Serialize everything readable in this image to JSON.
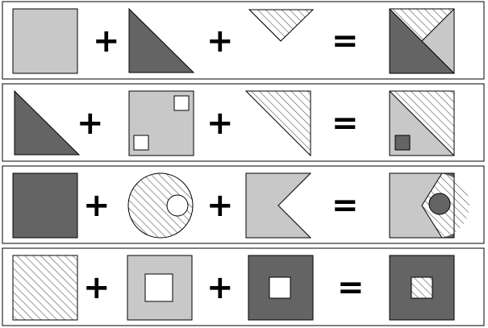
{
  "colors": {
    "light_gray": "#c8c8c8",
    "dark_gray": "#646464",
    "white": "#ffffff",
    "outline": "#000000",
    "hatch": "#555555"
  },
  "operators": {
    "plus": "+",
    "equals": "="
  },
  "rows": [
    {
      "terms": [
        "light-gray-square",
        "dark-gray-triangle-bottom-left",
        "hatched-triangle-pointing-down"
      ],
      "result": "square-split-dark-light-hatched"
    },
    {
      "terms": [
        "dark-gray-triangle-bottom-left",
        "light-gray-square-with-two-white-squares",
        "hatched-triangle-top-right"
      ],
      "result": "square-light-hatched-with-dark-square"
    },
    {
      "terms": [
        "dark-gray-square",
        "hatched-circle-with-white-hole",
        "light-gray-notched-pentagon"
      ],
      "result": "square-with-notch-circle-overlay"
    },
    {
      "terms": [
        "hatched-square",
        "light-gray-square-with-white-center",
        "dark-gray-square-with-white-center"
      ],
      "result": "dark-square-with-hatched-center"
    }
  ]
}
